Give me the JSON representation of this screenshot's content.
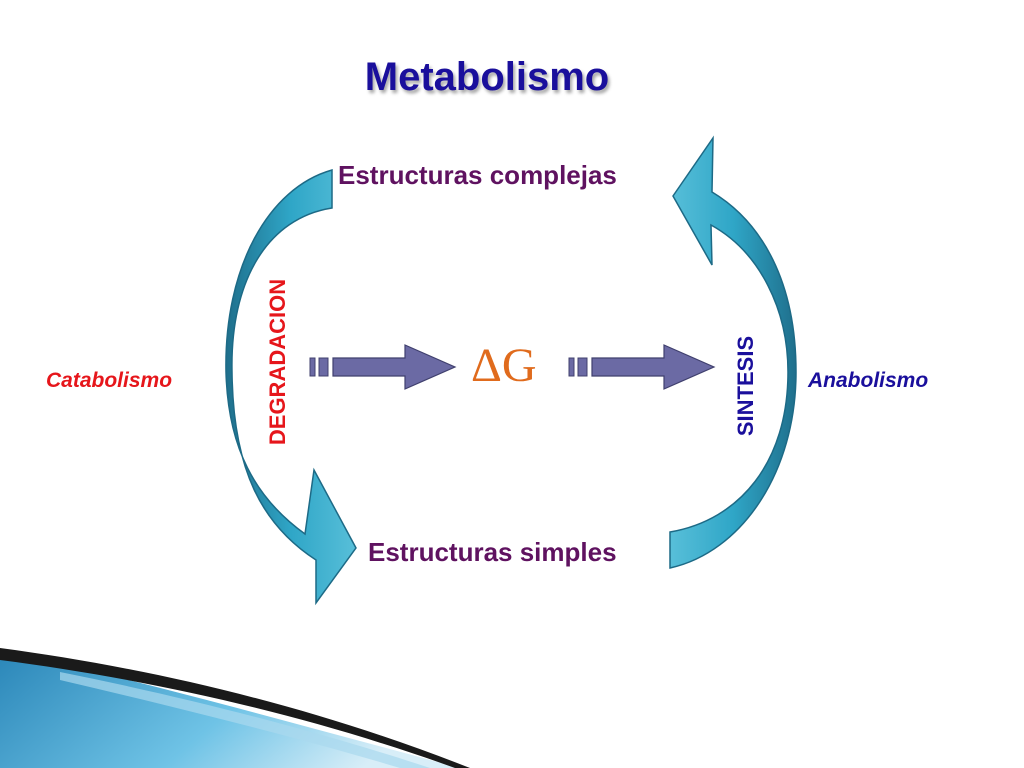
{
  "title": "Metabolismo",
  "top_node": "Estructuras complejas",
  "bottom_node": "Estructuras simples",
  "left_label": "Catabolismo",
  "right_label": "Anabolismo",
  "left_arrow_label": "DEGRADACION",
  "right_arrow_label": "SINTESIS",
  "center_symbol": "ΔG",
  "colors": {
    "title": "#1a0f9c",
    "node_text": "#5f1260",
    "catabolism": "#e6161b",
    "anabolism": "#1a0f9c",
    "delta": "#e06b1d",
    "curved_arrow": "#2f9fbe",
    "straight_arrow": "#6b6aa4"
  }
}
